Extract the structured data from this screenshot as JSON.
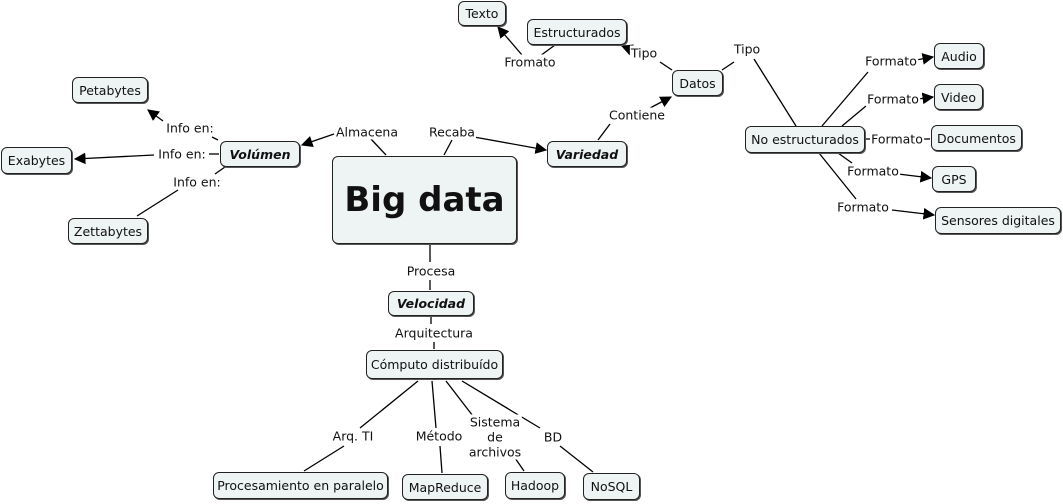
{
  "nodes": {
    "big_data": "Big data",
    "volumen": "Volúmen",
    "variedad": "Variedad",
    "velocidad": "Velocidad",
    "petabytes": "Petabytes",
    "exabytes": "Exabytes",
    "zettabytes": "Zettabytes",
    "datos": "Datos",
    "estructurados": "Estructurados",
    "texto": "Texto",
    "no_estructurados": "No estructurados",
    "audio": "Audio",
    "video": "Video",
    "documentos": "Documentos",
    "gps": "GPS",
    "sensores": "Sensores digitales",
    "computo": "Cómputo distribuído",
    "procesamiento": "Procesamiento en paralelo",
    "mapreduce": "MapReduce",
    "hadoop": "Hadoop",
    "nosql": "NoSQL"
  },
  "links": {
    "almacena": "Almacena",
    "recaba": "Recaba",
    "procesa": "Procesa",
    "info_en_1": "Info en:",
    "info_en_2": "Info en:",
    "info_en_3": "Info en:",
    "contiene": "Contiene",
    "tipo_1": "Tipo",
    "tipo_2": "Tipo",
    "fromato": "Fromato",
    "formato_audio": "Formato",
    "formato_video": "Formato",
    "formato_docs": "Formato",
    "formato_gps": "Formato",
    "formato_sensores": "Formato",
    "arquitectura": "Arquitectura",
    "arq_ti": "Arq. TI",
    "metodo": "Método",
    "sistema_archivos": "Sistema\nde\narchivos",
    "bd": "BD"
  }
}
